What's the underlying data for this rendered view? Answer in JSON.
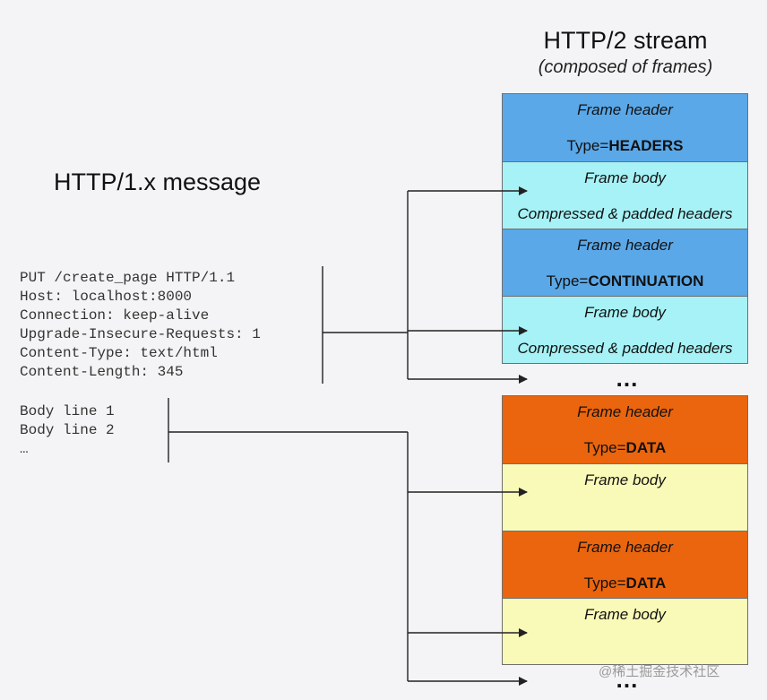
{
  "left_title": "HTTP/1.x message",
  "right_title": "HTTP/2 stream",
  "right_subtitle": "(composed of frames)",
  "header_lines": [
    "PUT /create_page HTTP/1.1",
    "Host: localhost:8000",
    "Connection: keep-alive",
    "Upgrade-Insecure-Requests: 1",
    "Content-Type: text/html",
    "Content-Length: 345"
  ],
  "body_lines": [
    "Body line 1",
    "Body line 2",
    "…"
  ],
  "frames": [
    {
      "line1": "Frame header",
      "type_prefix": "Type=",
      "type_value": "HEADERS"
    },
    {
      "line1": "Frame body",
      "line2": "Compressed & padded headers"
    },
    {
      "line1": "Frame header",
      "type_prefix": "Type=",
      "type_value": "CONTINUATION"
    },
    {
      "line1": "Frame body",
      "line2": "Compressed & padded headers"
    },
    {
      "line1": "Frame header",
      "type_prefix": "Type=",
      "type_value": "DATA"
    },
    {
      "line1": "Frame body"
    },
    {
      "line1": "Frame header",
      "type_prefix": "Type=",
      "type_value": "DATA"
    },
    {
      "line1": "Frame body"
    }
  ],
  "ellipsis": "…",
  "colors": {
    "headers_frame_header": "#5aa8e8",
    "headers_frame_body": "#a6f2f6",
    "data_frame_header": "#ea650e",
    "data_frame_body": "#fafab8",
    "connector": "#222222"
  },
  "watermark": "@稀土掘金技术社区"
}
